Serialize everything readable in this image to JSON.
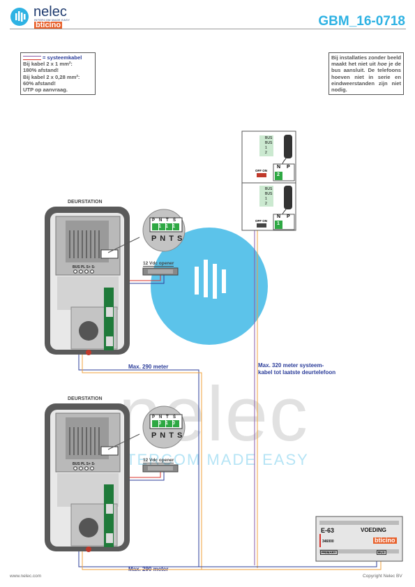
{
  "header": {
    "logo_name": "nelec",
    "logo_tagline": "INTERCOM MADE EASY",
    "brand": "bticino",
    "doc_code": "GBM_16-0718"
  },
  "note_left": {
    "title": "= systeemkabel",
    "lines": [
      "Bij kabel 2 x 1 mm²:",
      "180% afstand!",
      "Bij kabel 2 x 0,28 mm²:",
      "60% afstand!",
      "UTP op aanvraag."
    ]
  },
  "note_right": {
    "text_before": "Bij installaties zonder beeld maakt het niet uit",
    "text_italic": "hoe",
    "text_after": "je de bus aansluit. De telefoons hoeven niet in serie en eindweerstanden zijn niet nodig."
  },
  "stations": [
    {
      "label": "DEURSTATION",
      "opener": "12 Vdc opener",
      "dip": [
        "1",
        "1",
        "1"
      ],
      "cable": "Max. 290 meter"
    },
    {
      "label": "DEURSTATION",
      "opener": "12 Vdc opener",
      "dip": [
        "0",
        "1",
        "0"
      ],
      "cable": "Max. 290 meter"
    }
  ],
  "terminal_labels": [
    "P",
    "N",
    "T",
    "S"
  ],
  "panel_letters": "P N T S",
  "station_terminals": [
    "BUS",
    "PL",
    "S+",
    "S-"
  ],
  "phones": [
    {
      "terminals": [
        "BUS",
        "BUS",
        "1",
        "2"
      ],
      "switch": "OFF ON",
      "n": "2",
      "p": ""
    },
    {
      "terminals": [
        "BUS",
        "BUS",
        "1",
        "2"
      ],
      "switch": "OFF ON",
      "n": "1",
      "p": ""
    }
  ],
  "phone_table_headers": [
    "N",
    "P"
  ],
  "riser_note": "Max. 320 meter systeem-\nkabel tot laatste deurtelefoon",
  "power_supply": {
    "model": "E-63",
    "title": "VOEDING",
    "part": "346000",
    "brand": "bticino",
    "left_port": "PRIMARY",
    "right_port": "BUS"
  },
  "watermark": {
    "text": "nelec",
    "tagline": "INTERCOM MADE EASY"
  },
  "footer": {
    "left": "www.nelec.com",
    "right": "Copyright Nelec BV"
  },
  "colors": {
    "accent": "#2eb2e3",
    "cable_blue": "#2b3d9a",
    "cable_red": "#d8322a",
    "cable_orange": "#f0a23b",
    "cable_purple": "#8a5aa8"
  }
}
